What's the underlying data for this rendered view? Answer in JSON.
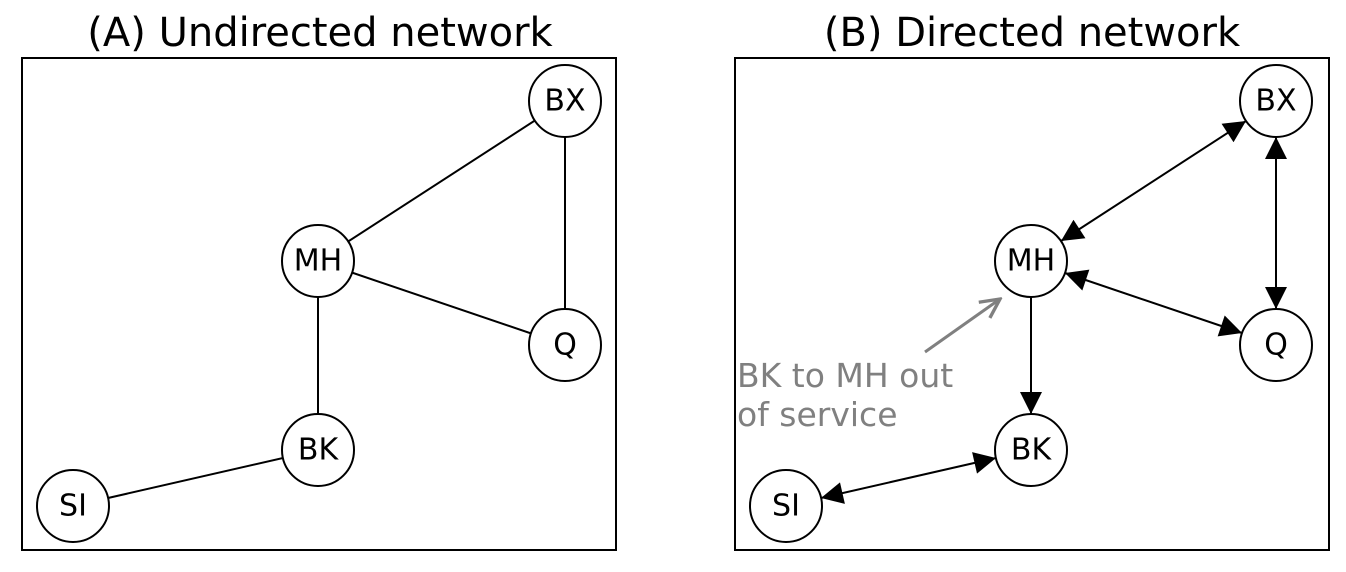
{
  "panels": {
    "undirected": {
      "title": "(A) Undirected network",
      "nodes": {
        "BX": "BX",
        "MH": "MH",
        "Q": "Q",
        "BK": "BK",
        "SI": "SI"
      },
      "edges": [
        [
          "BX",
          "MH"
        ],
        [
          "BX",
          "Q"
        ],
        [
          "MH",
          "Q"
        ],
        [
          "MH",
          "BK"
        ],
        [
          "BK",
          "SI"
        ]
      ]
    },
    "directed": {
      "title": "(B) Directed network",
      "nodes": {
        "BX": "BX",
        "MH": "MH",
        "Q": "Q",
        "BK": "BK",
        "SI": "SI"
      },
      "edges": [
        {
          "from": "BX",
          "to": "MH",
          "bidirectional": true
        },
        {
          "from": "BX",
          "to": "Q",
          "bidirectional": true
        },
        {
          "from": "MH",
          "to": "Q",
          "bidirectional": true
        },
        {
          "from": "MH",
          "to": "BK",
          "bidirectional": false
        },
        {
          "from": "BK",
          "to": "SI",
          "bidirectional": true
        }
      ],
      "annotation": {
        "line1": "BK to MH out",
        "line2": "of service"
      }
    }
  },
  "colors": {
    "node_stroke": "#000000",
    "annotation": "#808080"
  }
}
